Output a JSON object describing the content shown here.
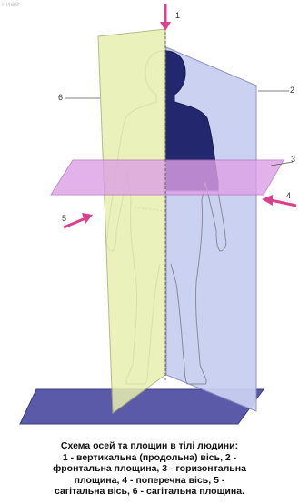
{
  "watermark": "ниев",
  "labels": {
    "n1": "1",
    "n2": "2",
    "n3": "3",
    "n4": "4",
    "n5": "5",
    "n6": "6"
  },
  "caption": [
    "Схема осей та площин в тілі людини:",
    "1 - вертикальна (продольна) вісь, 2 -",
    "фронтальна площина, 3 - горизонтальна",
    "площина, 4 - поперечна вісь, 5 -",
    "сагітальна вісь, 6 - сагітальна площина."
  ],
  "colors": {
    "frontal_plane": "#c9cff0",
    "sagittal_plane": "#e7efb0",
    "horizontal_plane": "#dea0e6",
    "bottom_plane": "#5a5aa8",
    "body_shade": "#23276e",
    "arrow": "#d8428a",
    "outline": "#8a8a9a"
  }
}
